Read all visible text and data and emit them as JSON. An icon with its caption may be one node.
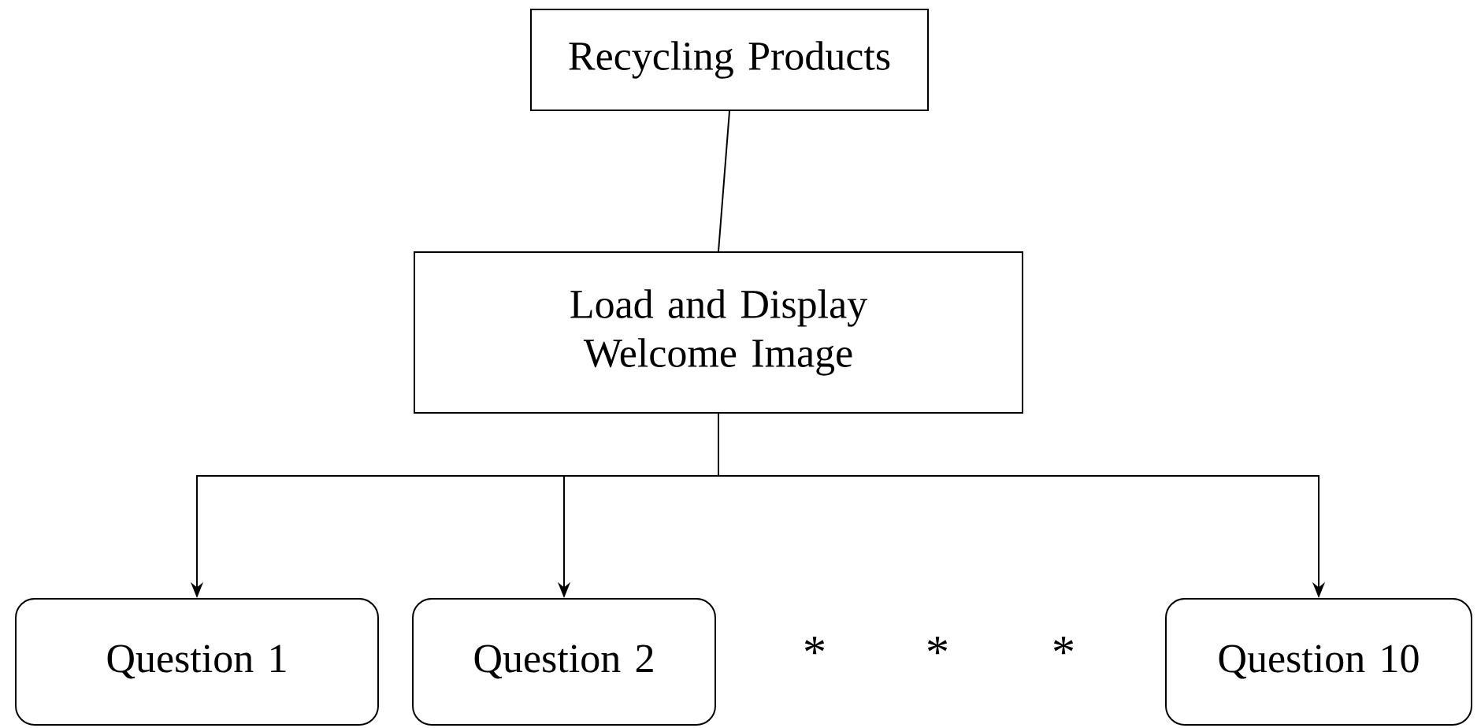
{
  "diagram": {
    "nodes": [
      {
        "text": [
          "Recycling Products"
        ]
      },
      {
        "text": [
          "Load and Display Welcome Image"
        ]
      },
      {
        "text": [
          "Question 1"
        ]
      },
      {
        "text": [
          "Question 2"
        ]
      },
      {
        "text": [
          "Question 10"
        ]
      }
    ],
    "edges": [
      {
        "from": 0,
        "to": 1,
        "arrow": "none"
      },
      {
        "from": 1,
        "to": 2,
        "arrow": "to"
      },
      {
        "from": 1,
        "to": 3,
        "arrow": "to"
      },
      {
        "from": 1,
        "to": 4,
        "arrow": "to"
      }
    ],
    "labels": [
      "*",
      "*",
      "*"
    ]
  }
}
